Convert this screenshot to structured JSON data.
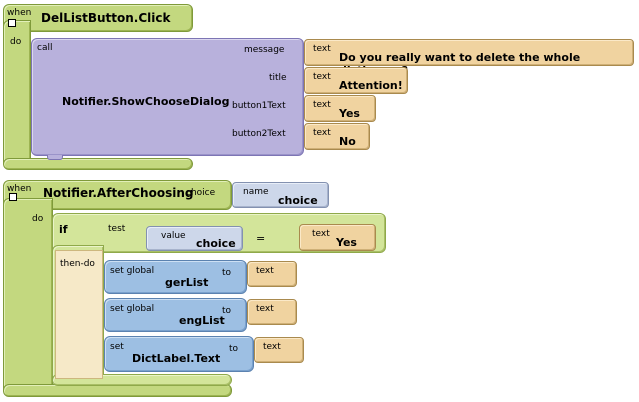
{
  "block1": {
    "when": "when",
    "event": "DelListButton.Click",
    "do": "do",
    "call": "call",
    "method": "Notifier.ShowChooseDialog",
    "args": [
      {
        "label": "message",
        "text_tag": "text",
        "value": "Do you really want to delete the whole dictionary?"
      },
      {
        "label": "title",
        "text_tag": "text",
        "value": "Attention!"
      },
      {
        "label": "button1Text",
        "text_tag": "text",
        "value": "Yes"
      },
      {
        "label": "button2Text",
        "text_tag": "text",
        "value": "No"
      }
    ]
  },
  "block2": {
    "when": "when",
    "event": "Notifier.AfterChoosing",
    "param_label": "choice",
    "name_tag": "name",
    "name_value": "choice",
    "do": "do",
    "if_label": "if",
    "test_label": "test",
    "then_label": "then-do",
    "value_tag": "value",
    "value_name": "choice",
    "op": "=",
    "compare_tag": "text",
    "compare_value": "Yes",
    "setters": [
      {
        "kind": "set global",
        "name": "gerList",
        "to": "to",
        "text_tag": "text"
      },
      {
        "kind": "set global",
        "name": "engList",
        "to": "to",
        "text_tag": "text"
      },
      {
        "kind": "set",
        "name": "DictLabel.Text",
        "to": "to",
        "text_tag": "text"
      }
    ]
  }
}
